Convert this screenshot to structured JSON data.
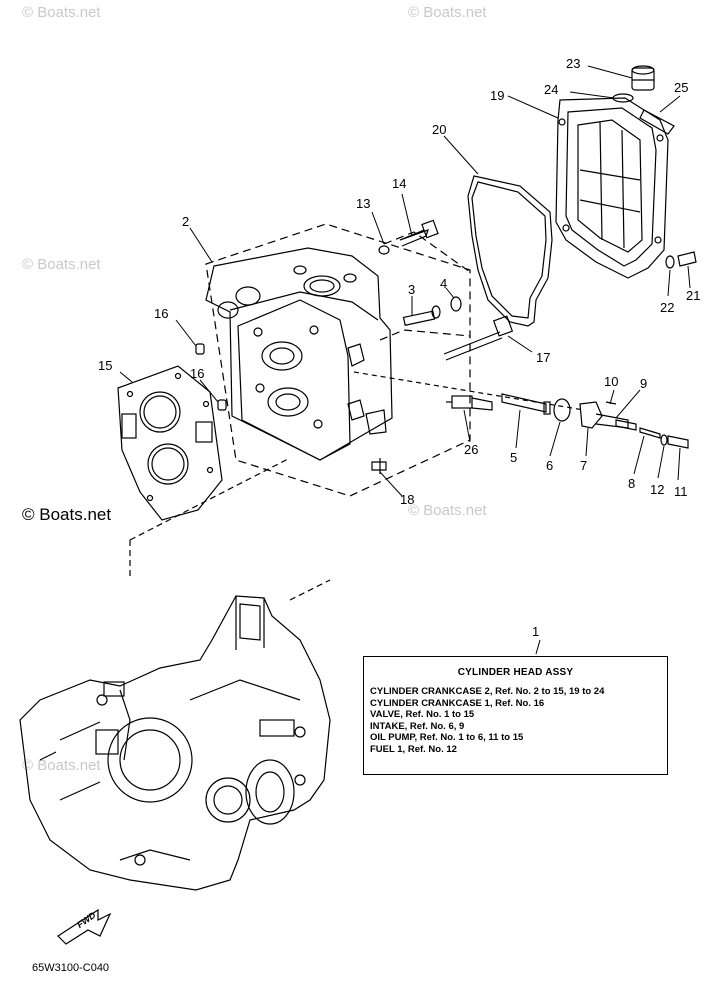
{
  "watermark": "© Boats.net",
  "callouts": [
    "1",
    "2",
    "3",
    "4",
    "5",
    "6",
    "7",
    "8",
    "9",
    "10",
    "11",
    "12",
    "13",
    "14",
    "15",
    "16",
    "16",
    "17",
    "18",
    "19",
    "20",
    "21",
    "22",
    "23",
    "24",
    "25",
    "26"
  ],
  "legend": {
    "title": "CYLINDER HEAD ASSY",
    "lines": [
      "CYLINDER CRANKCASE 2,   Ref. No. 2 to 15, 19 to 24",
      "CYLINDER CRANKCASE 1,   Ref. No. 16",
      "VALVE,  Ref. No. 1 to 15",
      "INTAKE,  Ref. No. 6, 9",
      "OIL PUMP,  Ref. No. 1 to 6, 11 to 15",
      "FUEL 1,  Ref. No. 12"
    ]
  },
  "fwd_label": "FWD",
  "diagram_code": "65W3100-C040",
  "colors": {
    "line": "#000000",
    "watermark": "#c9c9c9"
  }
}
